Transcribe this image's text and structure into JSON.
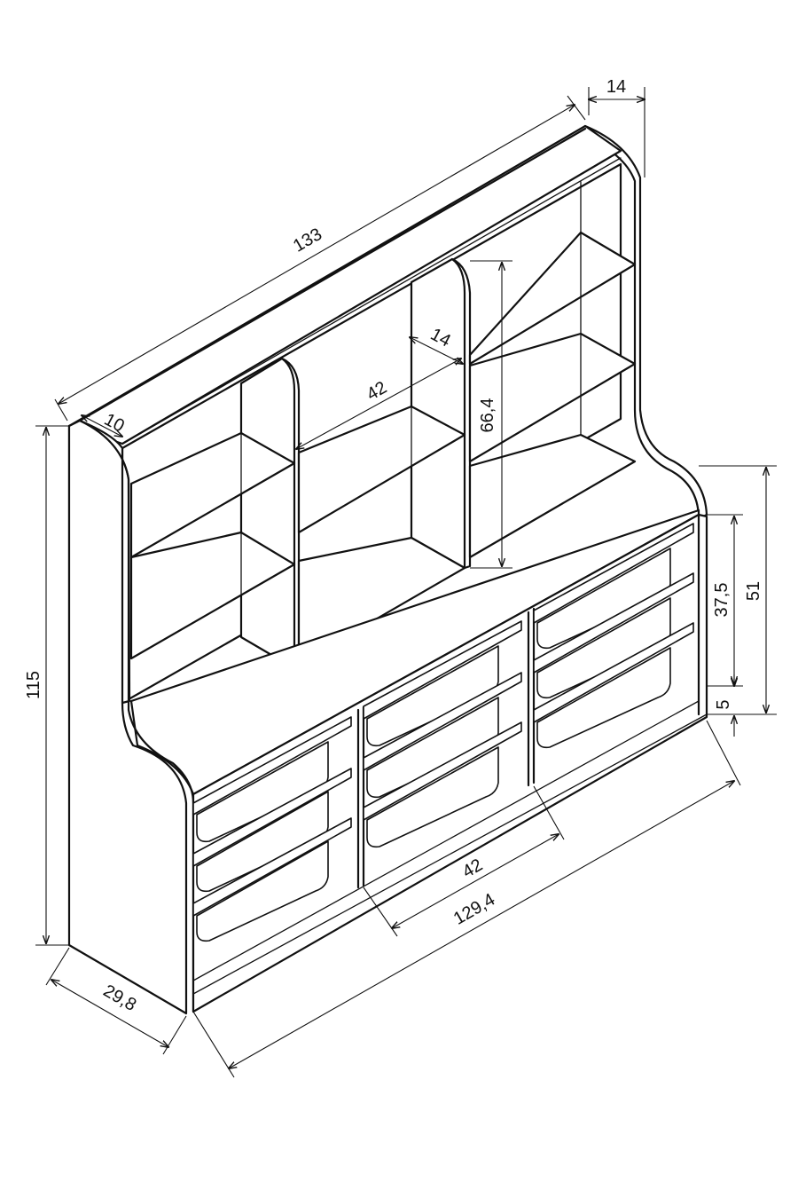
{
  "dimensions": {
    "top_width": "133",
    "top_depth": "14",
    "side_thickness": "10",
    "upper_depth": "14",
    "upper_bay_width": "42",
    "upper_height": "66,4",
    "total_height": "115",
    "lower_height": "51",
    "drawer_block_height": "37,5",
    "plinth_height": "5",
    "lower_bay_width": "42",
    "inner_width": "129,4",
    "base_depth": "29,8"
  }
}
